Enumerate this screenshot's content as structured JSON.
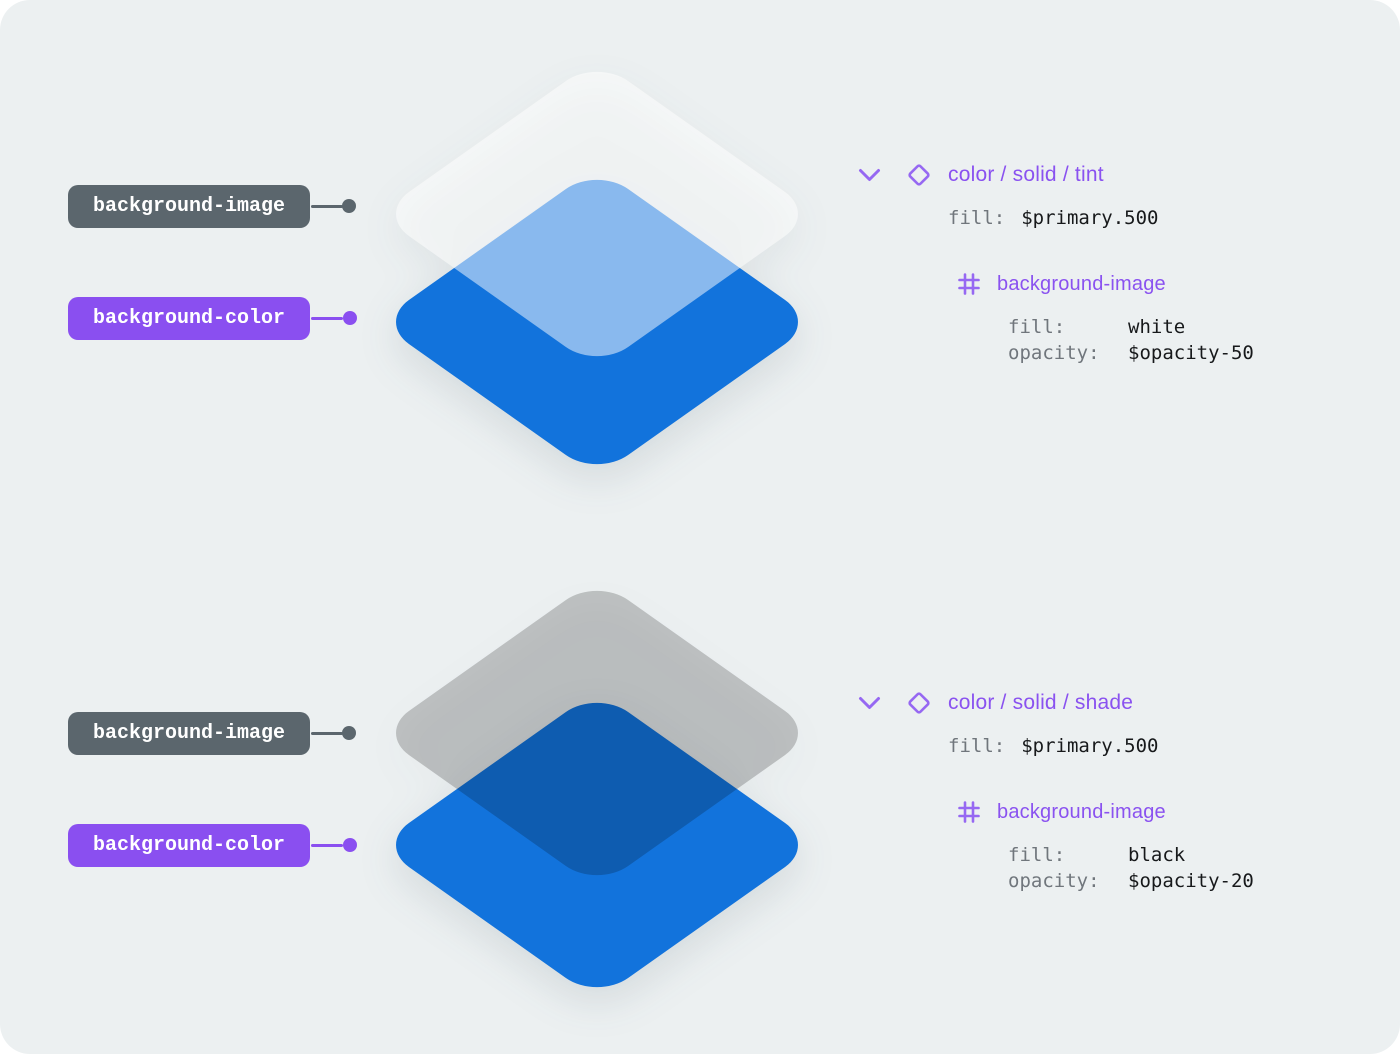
{
  "canvas": {
    "background": "#ECF0F1",
    "outer_background": "#FFFFFF"
  },
  "colors": {
    "primary_blue": "#1273DC",
    "overlap_tint": "#88B9EE",
    "overlap_shade": "#0E5CB0",
    "accent_purple": "#8A4FF0",
    "slate": "#5B666D",
    "label_gray": "#70767C",
    "value_dark": "#17191B"
  },
  "icons": {
    "chevron": "chevron-down-icon",
    "component": "diamond-outline-icon",
    "frame": "frame-grid-icon"
  },
  "groups": [
    {
      "badge_image": "background-image",
      "badge_color": "background-color",
      "panel": {
        "title": "color / solid / tint",
        "fill_label": "fill:",
        "fill_value": "$primary.500",
        "child_name": "background-image",
        "props": [
          {
            "label": "fill:",
            "value": "white"
          },
          {
            "label": "opacity:",
            "value": "$opacity-50"
          }
        ]
      }
    },
    {
      "badge_image": "background-image",
      "badge_color": "background-color",
      "panel": {
        "title": "color / solid / shade",
        "fill_label": "fill:",
        "fill_value": "$primary.500",
        "child_name": "background-image",
        "props": [
          {
            "label": "fill:",
            "value": "black"
          },
          {
            "label": "opacity:",
            "value": "$opacity-20"
          }
        ]
      }
    }
  ]
}
